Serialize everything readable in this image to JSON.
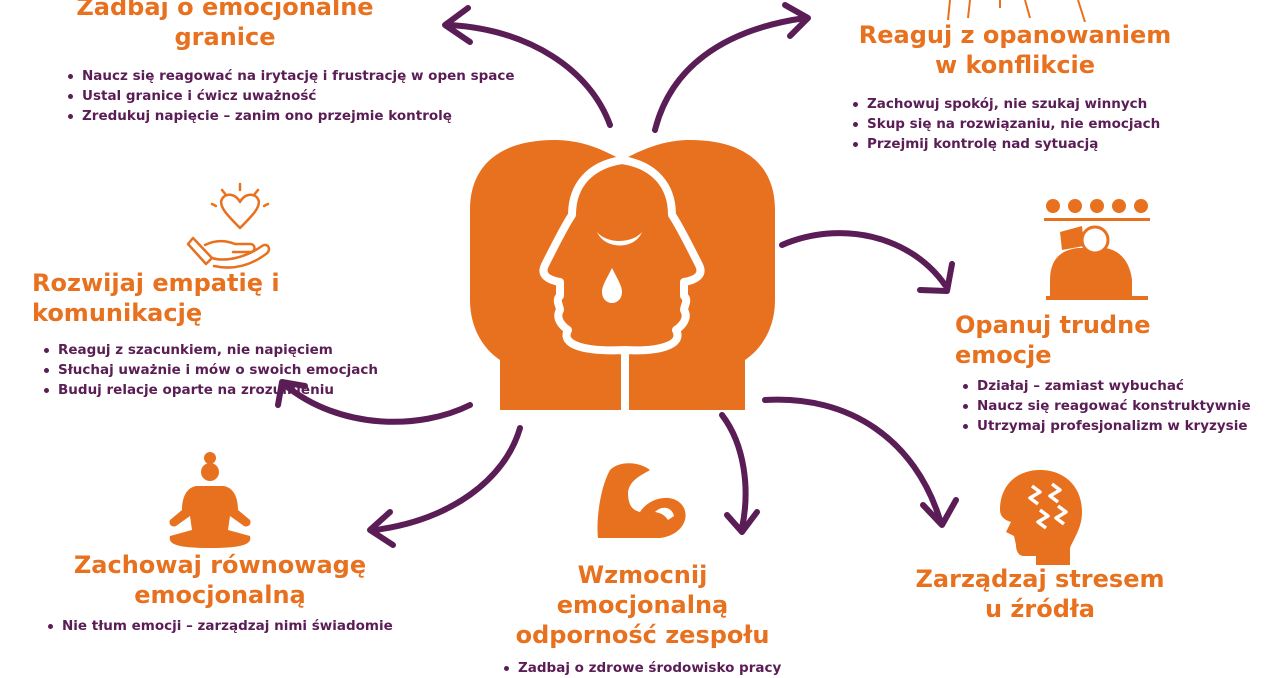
{
  "colors": {
    "accent": "#e8711f",
    "arrow": "#5a1d55",
    "text": "#5a1d55"
  },
  "center_icon": "two-heads-profile-tear-icon",
  "topics": [
    {
      "id": "boundaries",
      "title": "Zadbaj o emocjonalne granice",
      "icon": "none",
      "bullets": [
        "Naucz się reagować na irytację i frustrację w open space",
        "Ustal granice i ćwicz uważność",
        "Zredukuj napięcie – zanim ono przejmie kontrolę"
      ]
    },
    {
      "id": "conflict",
      "title": "Reaguj z opanowaniem w konflikcie",
      "icon": "people-lines-icon",
      "bullets": [
        "Zachowuj spokój, nie szukaj winnych",
        "Skup się na rozwiązaniu, nie emocjach",
        "Przejmij kontrolę nad sytuacją"
      ]
    },
    {
      "id": "empathy",
      "title": "Rozwijaj empatię i komunikację",
      "icon": "hand-heart-icon",
      "bullets": [
        "Reaguj z szacunkiem, nie napięciem",
        "Słuchaj uważnie i mów o swoich emocjach",
        "Buduj relacje oparte na zrozumieniu"
      ]
    },
    {
      "id": "emotions",
      "title": "Opanuj trudne emocje",
      "icon": "emotions-selection-icon",
      "bullets": [
        "Działaj – zamiast wybuchać",
        "Naucz się reagować konstruktywnie",
        "Utrzymaj profesjonalizm w kryzysie"
      ]
    },
    {
      "id": "balance",
      "title": "Zachowaj równowagę emocjonalną",
      "icon": "meditation-icon",
      "bullets": [
        "Nie tłum emocji – zarządzaj nimi świadomie"
      ]
    },
    {
      "id": "resilience",
      "title": "Wzmocnij emocjonalną odporność zespołu",
      "icon": "flexed-arm-icon",
      "bullets": [
        "Zadbaj o zdrowe środowisko pracy"
      ]
    },
    {
      "id": "stress",
      "title": "Zarządzaj stresem u źródła",
      "icon": "head-stress-icon",
      "bullets": []
    }
  ]
}
